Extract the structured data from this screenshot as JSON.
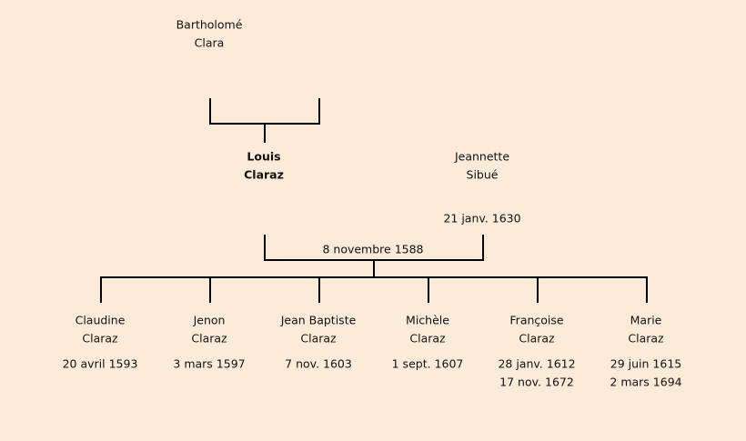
{
  "father": {
    "first_name": "Bartholomé",
    "last_name": "Clara"
  },
  "subject": {
    "first_name": "Louis",
    "last_name": "Claraz"
  },
  "spouse": {
    "first_name": "Jeannette",
    "last_name": "Sibué",
    "date": "21 janv. 1630"
  },
  "marriage_date": "8 novembre 1588",
  "children": [
    {
      "first_name": "Claudine",
      "last_name": "Claraz",
      "date1": "20 avril 1593"
    },
    {
      "first_name": "Jenon",
      "last_name": "Claraz",
      "date1": "3 mars 1597"
    },
    {
      "first_name": "Jean Baptiste",
      "last_name": "Claraz",
      "date1": "7 nov. 1603"
    },
    {
      "first_name": "Michèle",
      "last_name": "Claraz",
      "date1": "1 sept. 1607"
    },
    {
      "first_name": "Françoise",
      "last_name": "Claraz",
      "date1": "28 janv. 1612",
      "date2": "17 nov. 1672"
    },
    {
      "first_name": "Marie",
      "last_name": "Claraz",
      "date1": "29 juin 1615",
      "date2": "2 mars 1694"
    }
  ]
}
